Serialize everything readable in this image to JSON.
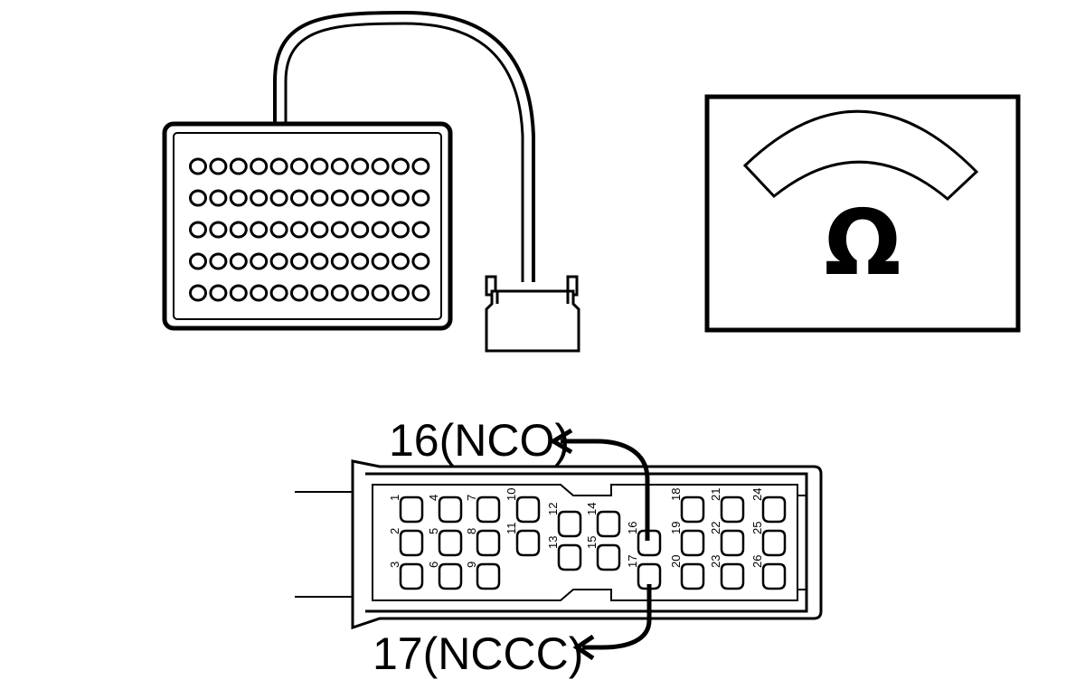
{
  "meter": {
    "symbol": "Ω"
  },
  "connector": {
    "pins": [
      {
        "n": "1"
      },
      {
        "n": "2"
      },
      {
        "n": "3"
      },
      {
        "n": "4"
      },
      {
        "n": "5"
      },
      {
        "n": "6"
      },
      {
        "n": "7"
      },
      {
        "n": "8"
      },
      {
        "n": "9"
      },
      {
        "n": "10"
      },
      {
        "n": "11"
      },
      {
        "n": "12"
      },
      {
        "n": "13"
      },
      {
        "n": "14"
      },
      {
        "n": "15"
      },
      {
        "n": "16"
      },
      {
        "n": "17"
      },
      {
        "n": "18"
      },
      {
        "n": "19"
      },
      {
        "n": "20"
      },
      {
        "n": "21"
      },
      {
        "n": "22"
      },
      {
        "n": "23"
      },
      {
        "n": "24"
      },
      {
        "n": "25"
      },
      {
        "n": "26"
      }
    ]
  },
  "labels": {
    "pin16": "16(NCO)",
    "pin17": "17(NCCC)"
  },
  "colors": {
    "ink": "#000000",
    "paper": "#ffffff"
  }
}
